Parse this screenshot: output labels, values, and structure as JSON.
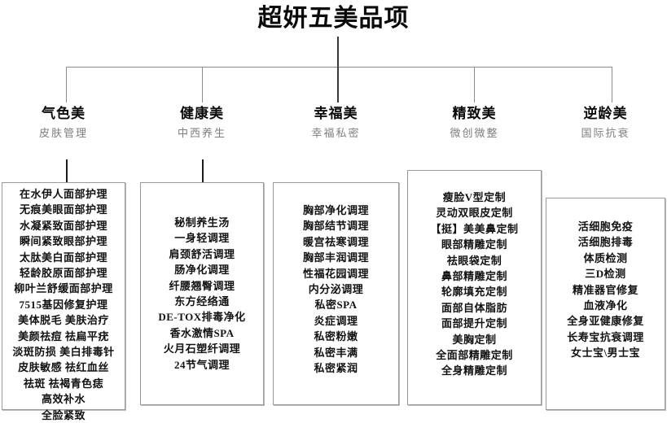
{
  "title": "超妍五美品项",
  "columns": [
    {
      "title": "气色美",
      "subtitle": "皮肤管理",
      "items": [
        "在水伊人面部护理",
        "无痕美眼面部护理",
        "水凝紧致面部护理",
        "瞬间紧致眼部护理",
        "太肽美白面部护理",
        "轻龄胶原面部护理",
        "柳叶兰舒缓面部护理",
        "7515基因修复护理",
        "美体脱毛 美肤治疗",
        "美颜祛痘 祛扁平疣",
        "淡斑防损 美白排毒针",
        "皮肤敏感 祛红血丝",
        "祛斑  祛褐青色痣",
        "高效补水",
        "全脸紧致"
      ]
    },
    {
      "title": "健康美",
      "subtitle": "中西养生",
      "items": [
        "秘制养生汤",
        "一身轻调理",
        "肩颈舒活调理",
        "肠净化调理",
        "纤腰翘臀调理",
        "东方经络通",
        "DE-TOX排毒净化",
        "香水激情SPA",
        "火月石塑纤调理",
        "24节气调理"
      ]
    },
    {
      "title": "幸福美",
      "subtitle": "幸福私密",
      "items": [
        "胸部净化调理",
        "胸部结节调理",
        "暖宫祛寒调理",
        "胸部丰润调理",
        "性福花园调理",
        "内分泌调理",
        "私密SPA",
        "炎症调理",
        "私密粉嫩",
        "私密丰满",
        "私密紧润"
      ]
    },
    {
      "title": "精致美",
      "subtitle": "微创微整",
      "items": [
        "瘦脸V型定制",
        "灵动双眼皮定制",
        "【挺】美美鼻定制",
        "眼部精雕定制",
        "祛眼袋定制",
        "鼻部精雕定制",
        "轮廓填充定制",
        "面部自体脂肪",
        "面部提升定制",
        "美胸定制",
        "全面部精雕定制",
        "全身精雕定制"
      ]
    },
    {
      "title": "逆龄美",
      "subtitle": "国际抗衰",
      "items": [
        "活细胞免疫",
        "活细胞排毒",
        "体质检测",
        "三D检测",
        "精准器官修复",
        "血液净化",
        "全身亚健康修复",
        "长寿宝抗衰调理",
        "女士宝\\男士宝"
      ]
    }
  ],
  "colors": {
    "title_text": "#0a0a0a",
    "subtitle_text": "#7d7d7d",
    "box_border": "#9a9a9a",
    "connector": "#8d8d8d",
    "item_text": "#121212"
  }
}
